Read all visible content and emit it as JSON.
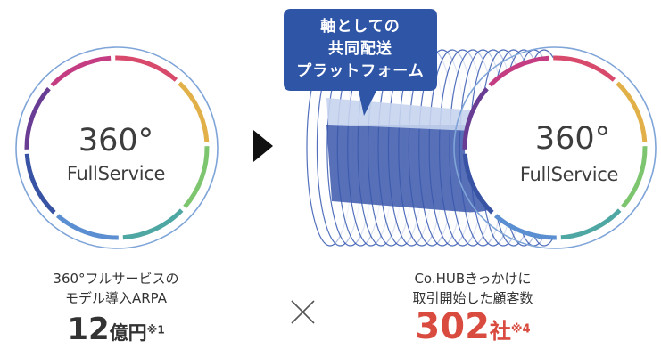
{
  "left_ring": {
    "title": "360°",
    "subtitle": "FullService"
  },
  "right_ring": {
    "title": "360°",
    "subtitle": "FullService"
  },
  "bubble": {
    "line1": "軸としての",
    "line2": "共同配送",
    "line3": "プラットフォーム"
  },
  "left_metric": {
    "caption_line1": "360°フルサービスの",
    "caption_line2": "モデル導入ARPA",
    "number": "12",
    "unit": "億円",
    "note": "※1"
  },
  "right_metric": {
    "caption_line1": "Co.HUBきっかけに",
    "caption_line2": "取引開始した顧客数",
    "number": "302",
    "unit": "社",
    "note": "※4"
  },
  "colors": {
    "ring_segments": [
      "#d84a6b",
      "#e2b048",
      "#7dc56f",
      "#4ea7a3",
      "#5b8fd1",
      "#3953a4",
      "#6a3d94",
      "#c43d83"
    ],
    "outer_ring": "#7ea4d8",
    "cylinder_stroke": "#3457b0",
    "cylinder_fill": "#3a57ac",
    "bubble": "#2f55a7",
    "accent_red": "#d94a3f",
    "arrow": "#111111"
  }
}
